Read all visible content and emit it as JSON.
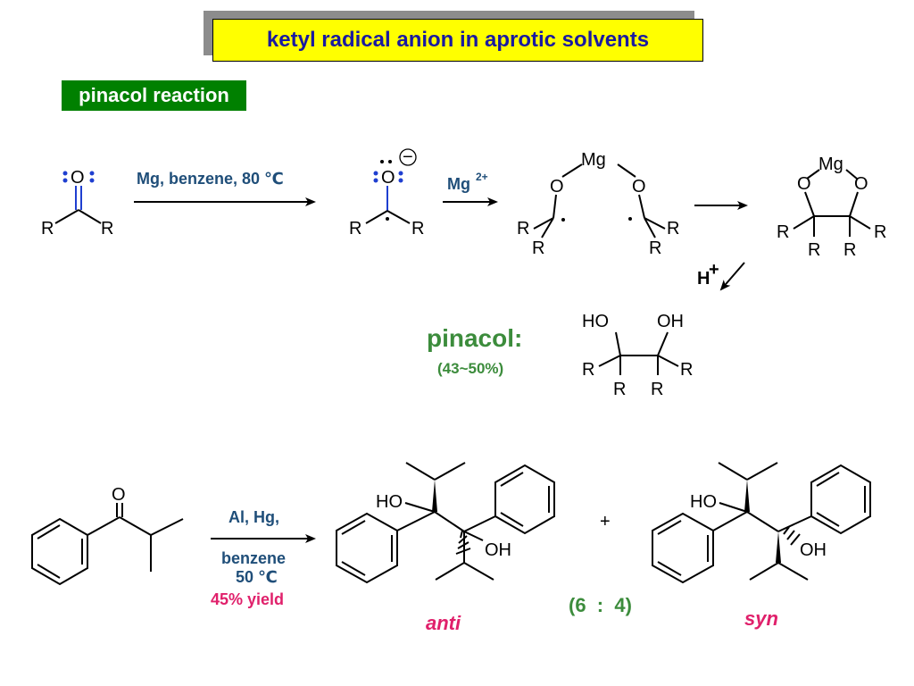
{
  "title": "ketyl radical anion in aprotic solvents",
  "section_tag": "pinacol reaction",
  "scheme1": {
    "step1_conditions": "Mg, benzene, 80 ℃",
    "step2_reagent": "Mg",
    "step2_charge": "2+",
    "step4_reagent": "H",
    "step4_charge": "+",
    "product_name": "pinacol:",
    "product_yield": "(43~50%)",
    "atom_O": "O",
    "atom_Mg": "Mg",
    "atom_R": "R",
    "atom_HO": "HO",
    "atom_OH": "OH",
    "minus_sign": "−"
  },
  "scheme2": {
    "conditions_line1": "Al, Hg,",
    "conditions_line2": "benzene",
    "conditions_line3": "50 ℃",
    "yield": "45% yield",
    "plus": "+",
    "ratio": "(6  :  4)",
    "anti_label": "anti",
    "syn_label": "syn",
    "atom_O": "O",
    "atom_HO": "HO",
    "atom_OH": "OH"
  },
  "colors": {
    "title_bg": "#ffff00",
    "title_text": "#1a1aa0",
    "tag_bg": "#008000",
    "conditions": "#1f4e79",
    "green": "#3c8c3c",
    "pink": "#e0206b",
    "blue_bond": "#1f3fd0"
  }
}
